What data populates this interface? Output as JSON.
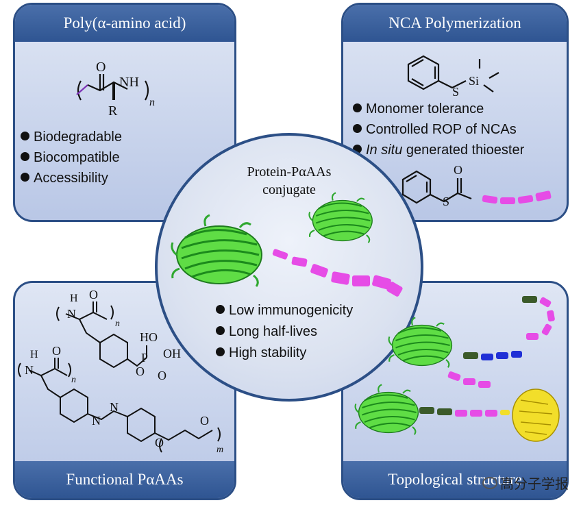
{
  "panels": {
    "top_left": {
      "title": "Poly(α-amino acid)",
      "bullets": [
        "Biodegradable",
        "Biocompatible",
        "Accessibility"
      ],
      "chem": {
        "o": "O",
        "nh": "NH",
        "r": "R",
        "n": "n"
      }
    },
    "top_right": {
      "title": "NCA Polymerization",
      "bullets": [
        "Monomer tolerance",
        "Controlled ROP of NCAs",
        "In situ generated thioester"
      ],
      "chem": {
        "s": "S",
        "si": "Si",
        "o": "O",
        "s2": "S"
      }
    },
    "bottom_left": {
      "title": "Functional PαAAs",
      "chem": {
        "h1": "H",
        "n1": "N",
        "o1": "O",
        "n_sub1": "n",
        "ho": "HO",
        "p": "P",
        "oh": "OH",
        "o2": "O",
        "o3": "O",
        "h2": "H",
        "n2": "N",
        "o4": "O",
        "n_sub2": "n",
        "n3": "N",
        "n4": "N",
        "o5": "O",
        "o6": "O",
        "m": "m"
      }
    },
    "bottom_right": {
      "title": "Topological structure"
    }
  },
  "center": {
    "title_line1": "Protein-PαAAs",
    "title_line2": "conjugate",
    "bullets": [
      "Low immunogenicity",
      "Long half-lives",
      "High stability"
    ]
  },
  "watermark": "高分子学报",
  "colors": {
    "panel_border": "#2c4f86",
    "title_band": "#3a5f9c",
    "protein_green": "#33cc33",
    "polymer_magenta": "#e64ce6",
    "polymer_blue": "#1f2fd6",
    "polymer_darkgreen": "#3b5a2a",
    "protein_yellow": "#f2de2a"
  }
}
